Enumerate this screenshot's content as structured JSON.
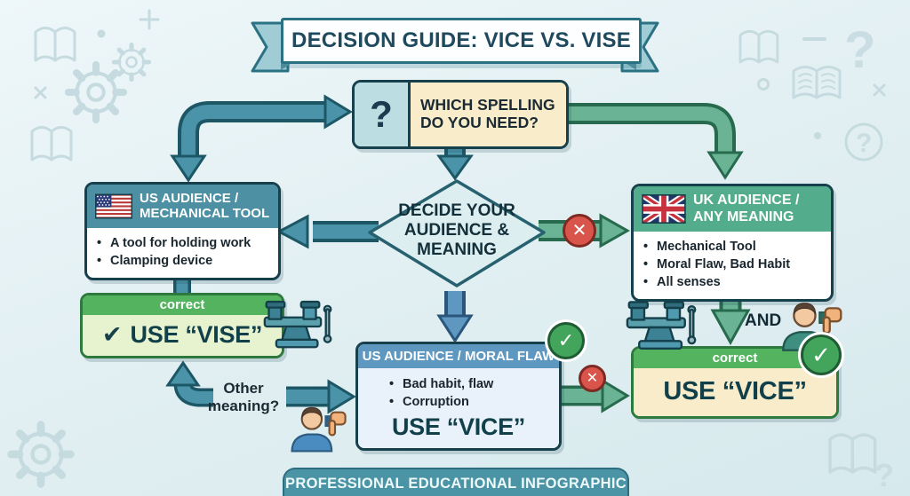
{
  "title": "DECISION GUIDE: VICE VS. VISE",
  "question_box": {
    "icon_glyph": "?",
    "lines": [
      "WHICH SPELLING",
      "DO YOU NEED?"
    ]
  },
  "diamond": {
    "lines": [
      "DECIDE YOUR",
      "AUDIENCE &",
      "MEANING"
    ]
  },
  "us_box": {
    "header_lines": [
      "US AUDIENCE /",
      "MECHANICAL TOOL"
    ],
    "bullets": [
      "A tool for holding work",
      "Clamping device"
    ]
  },
  "vise_correct_box": {
    "badge": "correct",
    "check_glyph": "✔",
    "label": "USE “VISE”"
  },
  "moral_box": {
    "header": "US AUDIENCE / MORAL FLAW",
    "bullets": [
      "Bad habit, flaw",
      "Corruption"
    ],
    "label": "USE “VICE”"
  },
  "uk_box": {
    "header_lines": [
      "UK AUDIENCE /",
      "ANY MEANING"
    ],
    "bullets": [
      "Mechanical Tool",
      "Moral Flaw, Bad Habit",
      "All senses"
    ]
  },
  "vice_correct_box": {
    "badge": "correct",
    "label": "USE “VICE”"
  },
  "connectors": {
    "and_label": "AND",
    "other_meaning_lines": [
      "Other",
      "meaning?"
    ]
  },
  "markers": {
    "check_glyph": "✓",
    "cross_glyph": "✕"
  },
  "footer": "PROFESSIONAL EDUCATIONAL INFOGRAPHIC",
  "colors": {
    "dark_teal": "#16404c",
    "teal_arrow": "#4b93a8",
    "green_arrow": "#6ab394",
    "steel_blue": "#5e97c0",
    "us_header": "#4d90a4",
    "uk_header": "#53ad8c",
    "correct_green": "#54b35e",
    "cream": "#f8ecca",
    "light_green_body": "#e7f3cf",
    "light_blue_body": "#e9f1fa",
    "error_red": "#d9544a",
    "check_green": "#43a55c",
    "banner_teal": "#4b94a5"
  }
}
